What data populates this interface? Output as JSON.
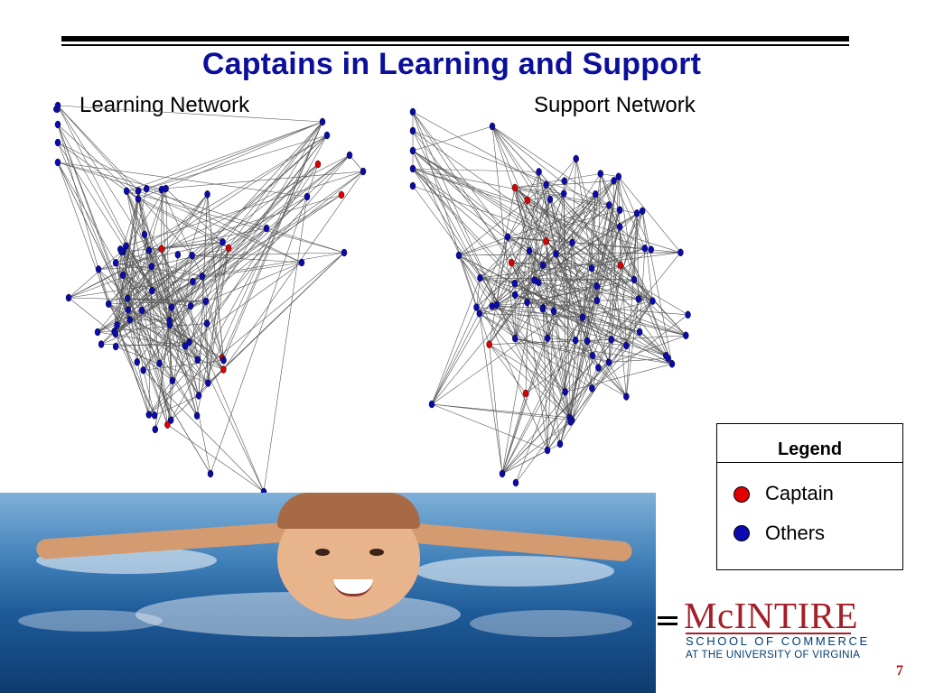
{
  "slide": {
    "title": "Captains in Learning and Support",
    "page_number": "7"
  },
  "networks": {
    "learning_label": "Learning Network",
    "support_label": "Support Network"
  },
  "legend": {
    "title": "Legend",
    "items": [
      {
        "label": "Captain",
        "color": "#e00000"
      },
      {
        "label": "Others",
        "color": "#0a0ab0"
      }
    ]
  },
  "logo": {
    "name": "McINTIRE",
    "line1": "SCHOOL OF COMMERCE",
    "line2": "AT THE UNIVERSITY OF VIRGINIA"
  },
  "colors": {
    "title": "#0b0f9a",
    "captain": "#e00000",
    "other": "#0a0ab0",
    "logo": "#a3202a"
  }
}
